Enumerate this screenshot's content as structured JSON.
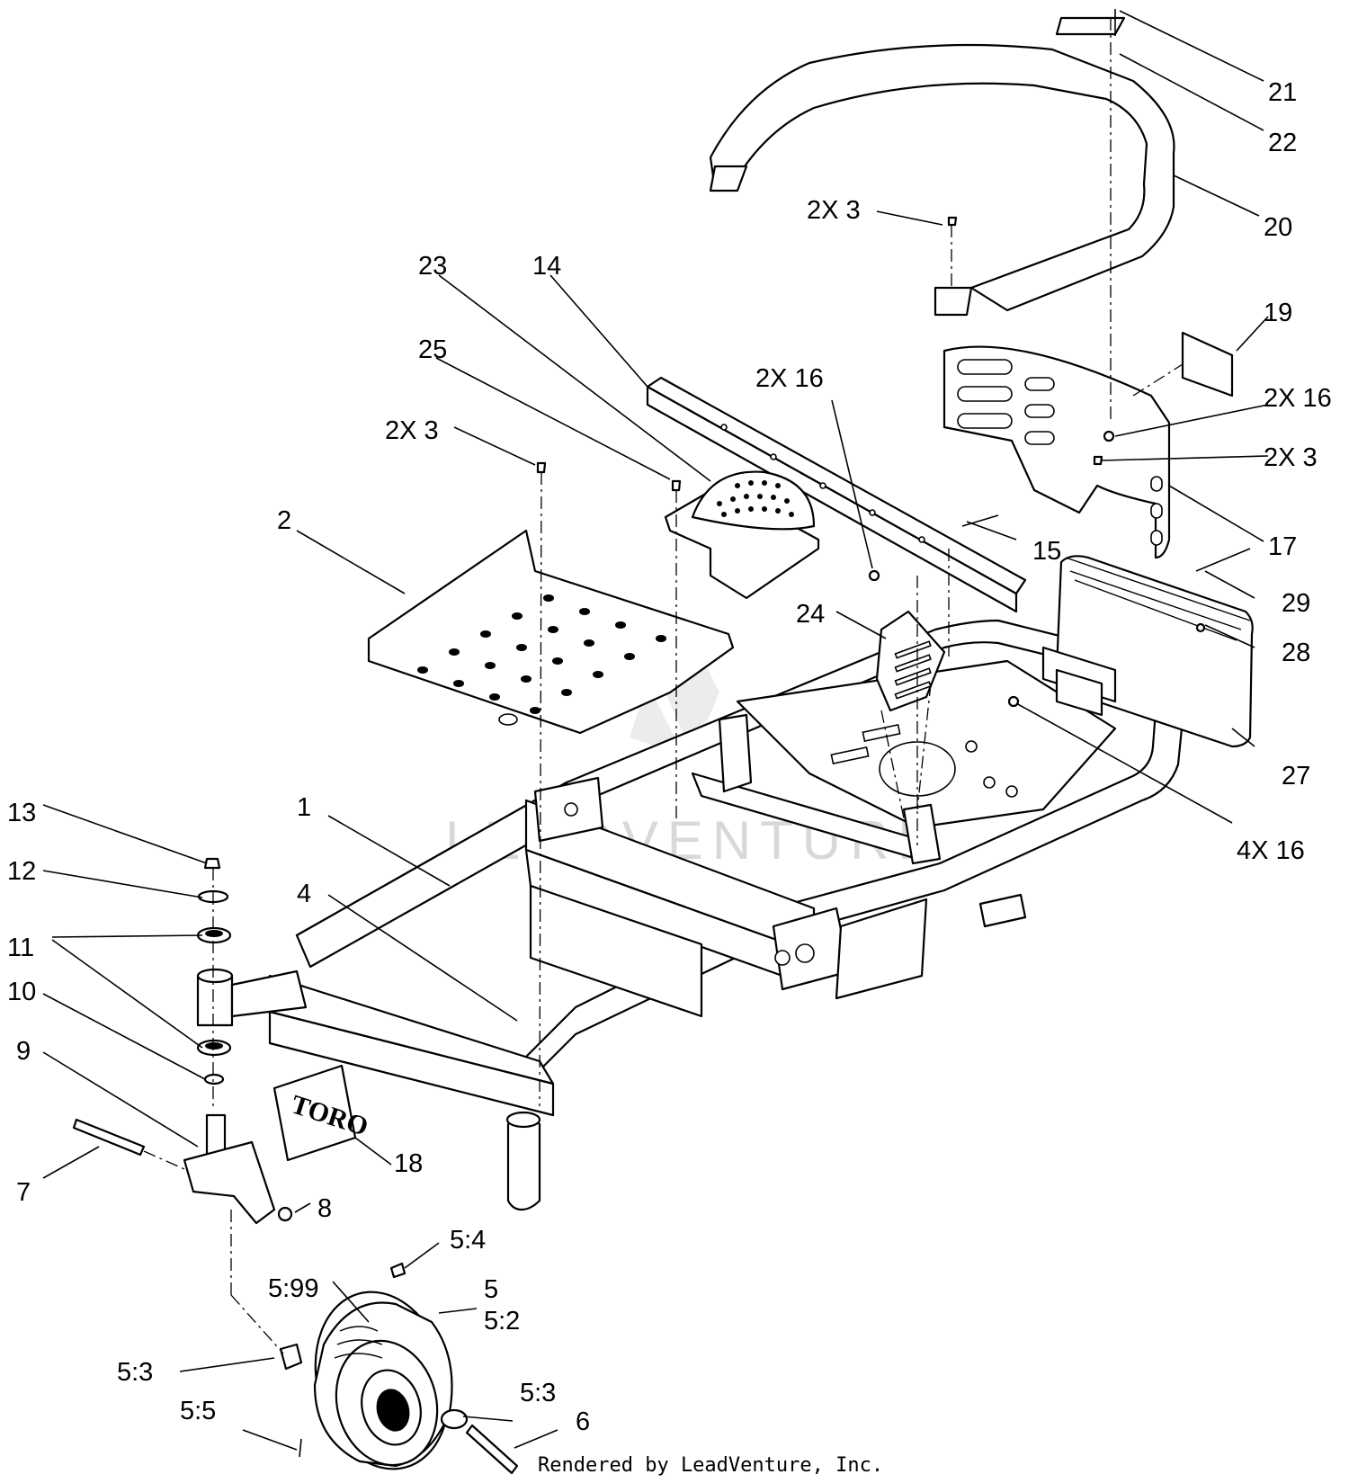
{
  "watermark": "LEADVENTURE",
  "credit": "Rendered by LeadVenture, Inc.",
  "logo_text": "TORO",
  "callouts": [
    {
      "text": "21"
    },
    {
      "text": "22"
    },
    {
      "text": "20"
    },
    {
      "text": "2X 3"
    },
    {
      "text": "19"
    },
    {
      "text": "2X 16"
    },
    {
      "text": "2X  3"
    },
    {
      "text": "17"
    },
    {
      "text": "23"
    },
    {
      "text": "14"
    },
    {
      "text": "25"
    },
    {
      "text": "2X 16"
    },
    {
      "text": "2X 3"
    },
    {
      "text": "15"
    },
    {
      "text": "2"
    },
    {
      "text": "24"
    },
    {
      "text": "29"
    },
    {
      "text": "28"
    },
    {
      "text": "27"
    },
    {
      "text": "4X 16"
    },
    {
      "text": "13"
    },
    {
      "text": "1"
    },
    {
      "text": "12"
    },
    {
      "text": "4"
    },
    {
      "text": "11"
    },
    {
      "text": "10"
    },
    {
      "text": "9"
    },
    {
      "text": "18"
    },
    {
      "text": "7"
    },
    {
      "text": "8"
    },
    {
      "text": "5:4"
    },
    {
      "text": "5:99"
    },
    {
      "text": "5"
    },
    {
      "text": "5:2"
    },
    {
      "text": "5:3"
    },
    {
      "text": "5:3"
    },
    {
      "text": "5:5"
    },
    {
      "text": "6"
    }
  ]
}
